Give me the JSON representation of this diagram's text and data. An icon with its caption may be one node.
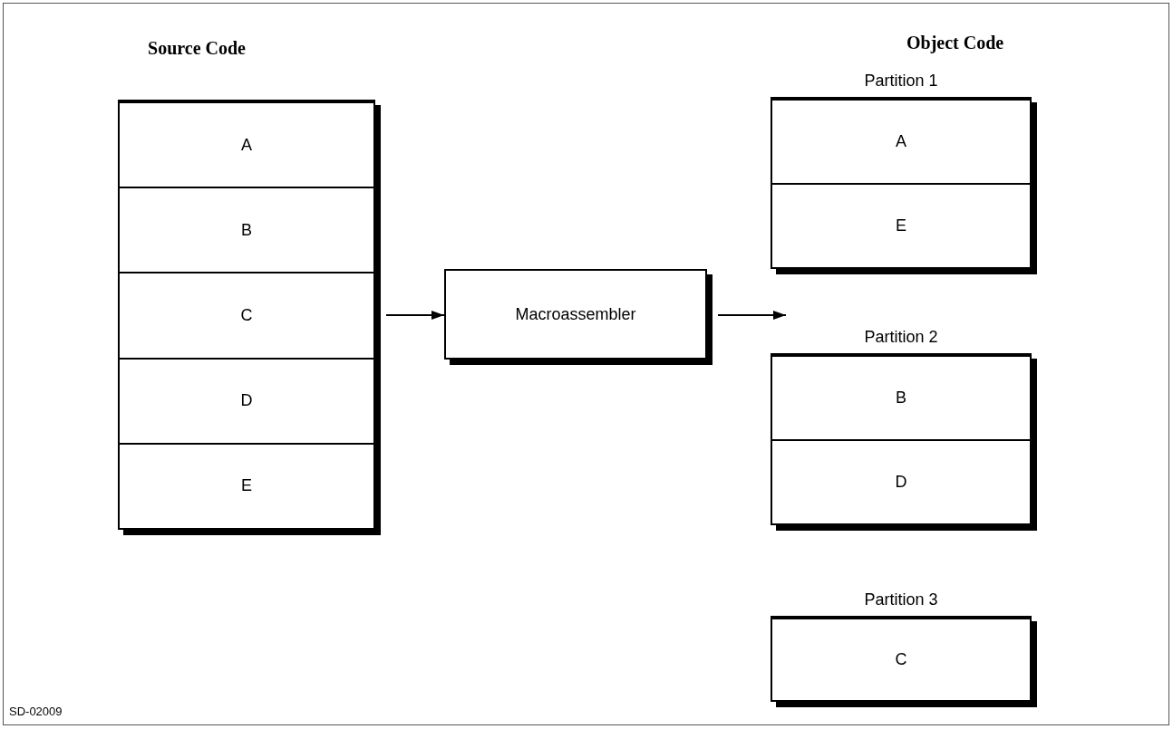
{
  "diagram": {
    "nodes": [
      {
        "text": [
          "Source Code"
        ]
      },
      {
        "text": [
          "A"
        ],
        "in": 0
      },
      {
        "text": [
          "B"
        ],
        "in": 0
      },
      {
        "text": [
          "C"
        ],
        "in": 0
      },
      {
        "text": [
          "D"
        ],
        "in": 0
      },
      {
        "text": [
          "E"
        ],
        "in": 0
      },
      {
        "text": [
          "Macroassembler"
        ]
      },
      {
        "text": [
          "Partition 1"
        ]
      },
      {
        "text": [
          "A"
        ],
        "in": 7
      },
      {
        "text": [
          "E"
        ],
        "in": 7
      },
      {
        "text": [
          "Partition 2"
        ]
      },
      {
        "text": [
          "B"
        ],
        "in": 10
      },
      {
        "text": [
          "D"
        ],
        "in": 10
      },
      {
        "text": [
          "Partition 3"
        ]
      },
      {
        "text": [
          "C"
        ],
        "in": 13
      }
    ],
    "edges": [
      {
        "from": 0,
        "to": 6,
        "arrow": "to"
      },
      {
        "from": 6,
        "to": null,
        "arrow": "to"
      }
    ],
    "labels": [
      "Object Code",
      "SD-02009"
    ]
  }
}
